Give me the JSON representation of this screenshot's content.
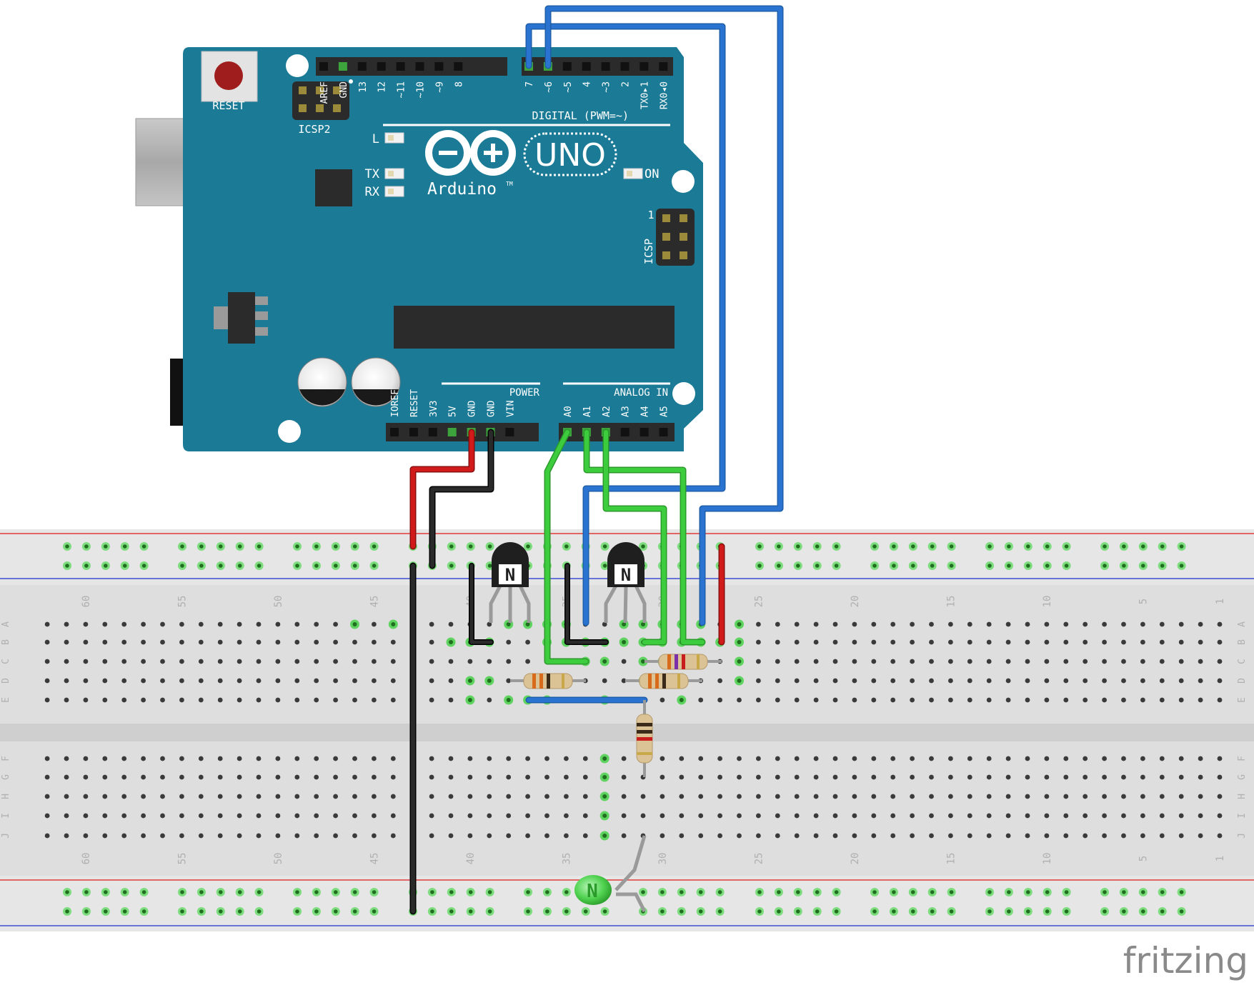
{
  "board": {
    "reset_label": "RESET",
    "icsp2_label": "ICSP2",
    "icsp_label": "ICSP",
    "icsp_pin1_label": "1",
    "digital_label": "DIGITAL (PWM=~)",
    "power_label": "POWER",
    "analog_label": "ANALOG IN",
    "logo_text": "Arduino",
    "tm_mark": "TM",
    "uno_text": "UNO",
    "led_labels": [
      "L",
      "TX",
      "RX",
      "ON"
    ],
    "digital_pins": [
      "AREF",
      "GND",
      "13",
      "12",
      "~11",
      "~10",
      "~9",
      "8",
      "7",
      "~6",
      "~5",
      "4",
      "~3",
      "2",
      "TX0▸1",
      "RX0◂0"
    ],
    "power_pins": [
      "IOREF",
      "RESET",
      "3V3",
      "5V",
      "GND",
      "GND",
      "VIN"
    ],
    "analog_pins": [
      "A0",
      "A1",
      "A2",
      "A3",
      "A4",
      "A5"
    ]
  },
  "breadboard": {
    "row_letters_top": [
      "A",
      "B",
      "C",
      "D",
      "E"
    ],
    "row_letters_bottom": [
      "F",
      "G",
      "H",
      "I",
      "J"
    ],
    "column_numbers": [
      "60",
      "55",
      "50",
      "45",
      "40",
      "35",
      "30",
      "25",
      "20",
      "15",
      "10",
      "5",
      "1"
    ]
  },
  "transistor_marking": "N",
  "led_marking": "N",
  "watermark": "fritzing",
  "colors": {
    "board": "#1b7a96",
    "board_dark": "#136077",
    "wire_red": "#d11a1a",
    "wire_black": "#1a1a1a",
    "wire_blue": "#2a73d1",
    "wire_green": "#3dcc3d",
    "breadboard": "#dcdcdc",
    "rail_red": "#e23c3c",
    "rail_blue": "#3e4fcf"
  }
}
